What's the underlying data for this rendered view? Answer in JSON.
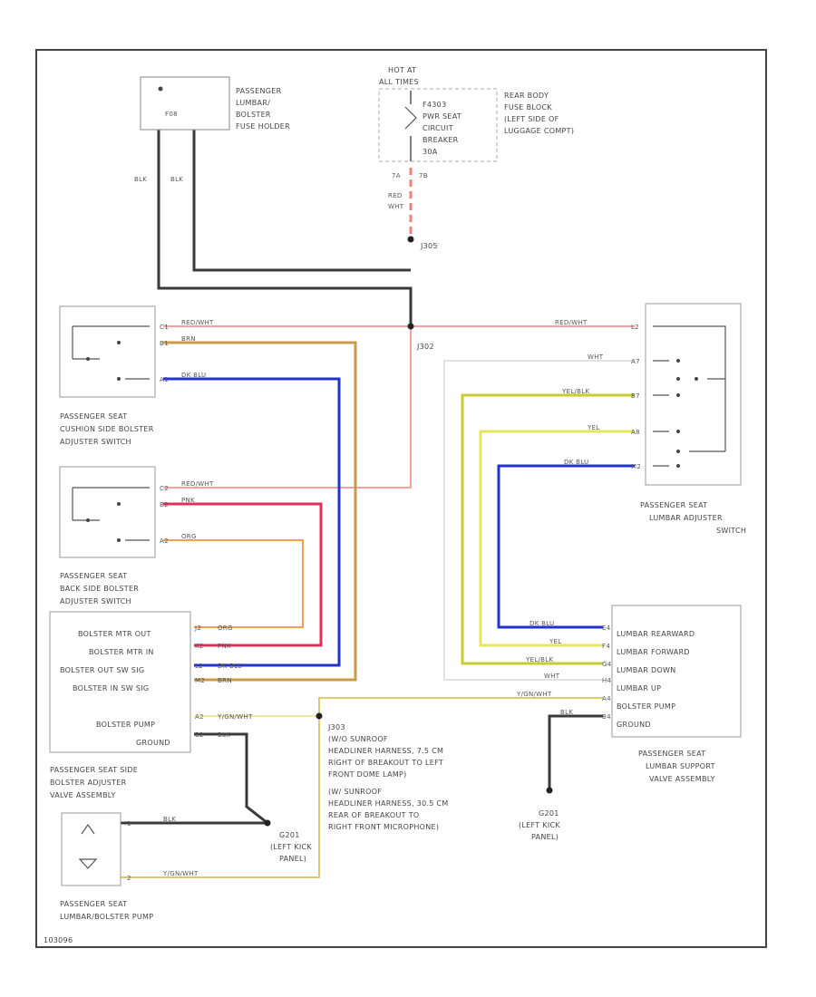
{
  "colors": {
    "blk": "#3a3a3a",
    "red_wht": "#f08080",
    "brn": "#c89a4a",
    "dk_blu": "#2233cc",
    "pnk": "#e0305a",
    "org": "#f0a050",
    "yel": "#e6e65a",
    "yel_blk": "#c8cc2e",
    "wht": "#d8d8d8",
    "y_gn_wht": "#e0c870"
  },
  "components": {
    "fuse_holder": {
      "inner": "F08",
      "lines": [
        "PASSENGER",
        "LUMBAR/",
        "BOLSTER",
        "FUSE HOLDER"
      ]
    },
    "circuit_breaker": {
      "top": [
        "HOT AT",
        "ALL TIMES"
      ],
      "inner": [
        "F4303",
        "PWR SEAT",
        "CIRCUIT",
        "BREAKER",
        "30A"
      ],
      "location": [
        "REAR BODY",
        "FUSE BLOCK",
        "(LEFT SIDE OF",
        "LUGGAGE COMPT)"
      ]
    },
    "cushion_switch": {
      "lines": [
        "PASSENGER SEAT",
        "CUSHION SIDE BOLSTER",
        "ADJUSTER SWITCH"
      ]
    },
    "back_switch": {
      "lines": [
        "PASSENGER SEAT",
        "BACK SIDE BOLSTER",
        "ADJUSTER SWITCH"
      ]
    },
    "lumbar_switch": {
      "lines": [
        "PASSENGER SEAT",
        "LUMBAR ADJUSTER",
        "SWITCH"
      ]
    },
    "bolster_valve": {
      "rows": [
        "BOLSTER MTR OUT",
        "BOLSTER MTR IN",
        "BOLSTER OUT SW SIG",
        "BOLSTER IN SW SIG",
        "BOLSTER PUMP",
        "GROUND"
      ],
      "lines": [
        "PASSENGER SEAT SIDE",
        "BOLSTER ADJUSTER",
        "VALVE ASSEMBLY"
      ]
    },
    "lumbar_valve": {
      "rows": [
        "LUMBAR REARWARD",
        "LUMBAR FORWARD",
        "LUMBAR DOWN",
        "LUMBAR UP",
        "BOLSTER PUMP",
        "GROUND"
      ],
      "lines": [
        "PASSENGER SEAT",
        "LUMBAR SUPPORT",
        "VALVE ASSEMBLY"
      ]
    },
    "pump": {
      "lines": [
        "PASSENGER SEAT",
        "LUMBAR/BOLSTER PUMP"
      ]
    }
  },
  "wires": {
    "blk": "BLK",
    "red_wht_lbl": "RED",
    "red_wht_lbl2": "WHT",
    "red_wht": "RED/WHT",
    "brn": "BRN",
    "dk_blu": "DK BLU",
    "pnk": "PNK",
    "org": "ORG",
    "yel": "YEL",
    "yel_blk": "YEL/BLK",
    "wht": "WHT",
    "y_gn_wht": "Y/GN/WHT"
  },
  "splices": {
    "j305": "J305",
    "j302": "J302",
    "j303": [
      "J303",
      "(W/O SUNROOF",
      "HEADLINER HARNESS, 7.5 CM",
      "RIGHT OF BREAKOUT TO LEFT",
      "FRONT DOME LAMP)",
      "(W/ SUNROOF",
      "HEADLINER HARNESS, 30.5 CM",
      "REAR OF BREAKOUT TO",
      "RIGHT FRONT MICROPHONE)"
    ]
  },
  "grounds": {
    "g201_a": [
      "G201",
      "(LEFT KICK",
      "PANEL)"
    ],
    "g201_b": [
      "G201",
      "(LEFT KICK",
      "PANEL)"
    ]
  },
  "pins": {
    "cb_in": "7A",
    "cb_out": "7B",
    "cushion": [
      "C1",
      "B1",
      "A1"
    ],
    "back": [
      "C2",
      "B2",
      "A2"
    ],
    "lumbar_sw": [
      "L2",
      "A7",
      "B7",
      "A8",
      "M2"
    ],
    "bolster": [
      "J2",
      "K2",
      "L2",
      "M2",
      "A2",
      "B2"
    ],
    "lumbar_v": [
      "E4",
      "F4",
      "G4",
      "H4",
      "A4",
      "B4"
    ],
    "pump": [
      "1",
      "2"
    ]
  },
  "footer": "103096"
}
